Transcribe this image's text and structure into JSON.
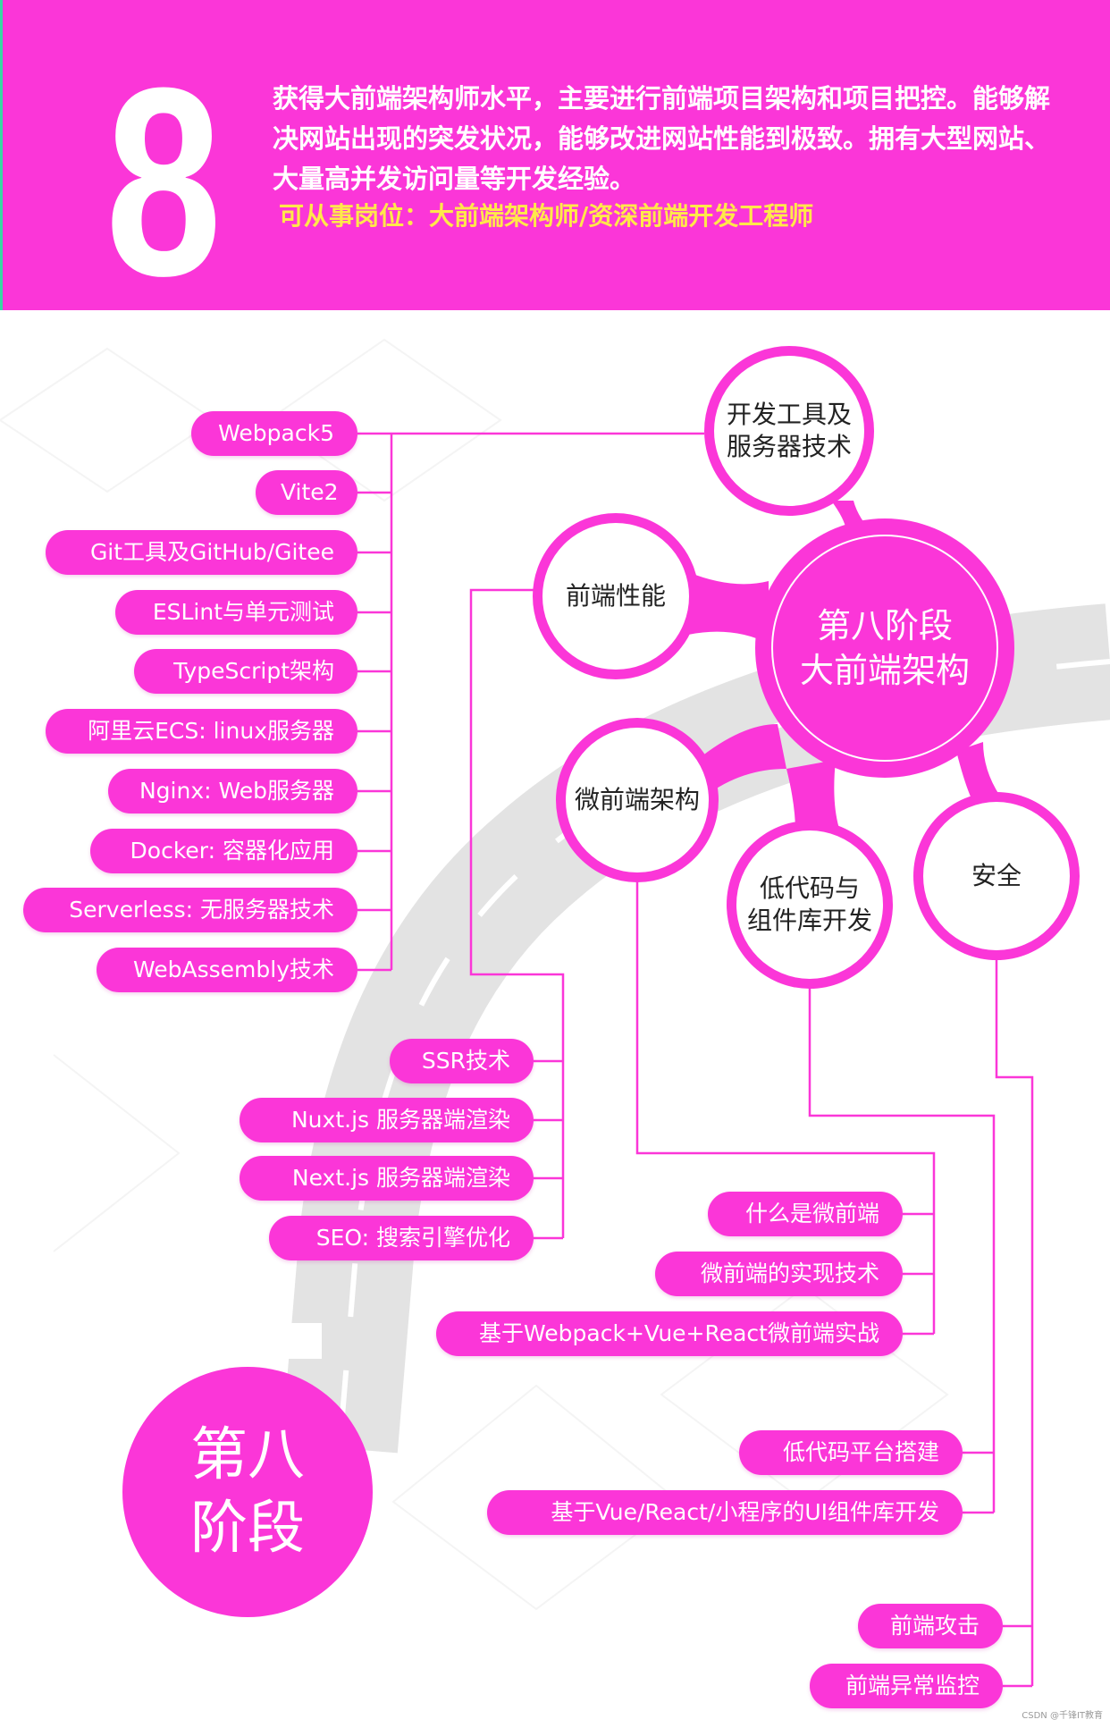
{
  "header": {
    "stage_number": "8",
    "description": "获得大前端架构师水平，主要进行前端项目架构和项目把控。能够解决网站出现的突发状况，能够改进网站性能到极致。拥有大型网站、大量高并发访问量等开发经验。",
    "career": "可从事岗位：大前端架构师/资深前端开发工程师"
  },
  "colors": {
    "brand_magenta": "#fb36d8",
    "career_yellow": "#ffe84a",
    "road_gray": "#e3e3e3",
    "node_text": "#222222"
  },
  "center_node": {
    "line1": "第八阶段",
    "line2": "大前端架构"
  },
  "branches": {
    "dev_tools": {
      "title_line1": "开发工具及",
      "title_line2": "服务器技术",
      "items": [
        "Webpack5",
        "Vite2",
        "Git工具及GitHub/Gitee",
        "ESLint与单元测试",
        "TypeScript架构",
        "阿里云ECS: linux服务器",
        "Nginx: Web服务器",
        "Docker: 容器化应用",
        "Serverless: 无服务器技术",
        "WebAssembly技术"
      ]
    },
    "performance": {
      "title": "前端性能",
      "items": [
        "SSR技术",
        "Nuxt.js 服务器端渲染",
        "Next.js 服务器端渲染",
        "SEO: 搜索引擎优化"
      ]
    },
    "micro_frontend": {
      "title": "微前端架构",
      "items": [
        "什么是微前端",
        "微前端的实现技术",
        "基于Webpack+Vue+React微前端实战"
      ]
    },
    "low_code": {
      "title_line1": "低代码与",
      "title_line2": "组件库开发",
      "items": [
        "低代码平台搭建",
        "基于Vue/React/小程序的UI组件库开发"
      ]
    },
    "security": {
      "title": "安全",
      "items": [
        "前端攻击",
        "前端异常监控"
      ]
    }
  },
  "stage_badge": {
    "line1": "第八",
    "line2": "阶段"
  },
  "watermark": "CSDN @千锋IT教育"
}
